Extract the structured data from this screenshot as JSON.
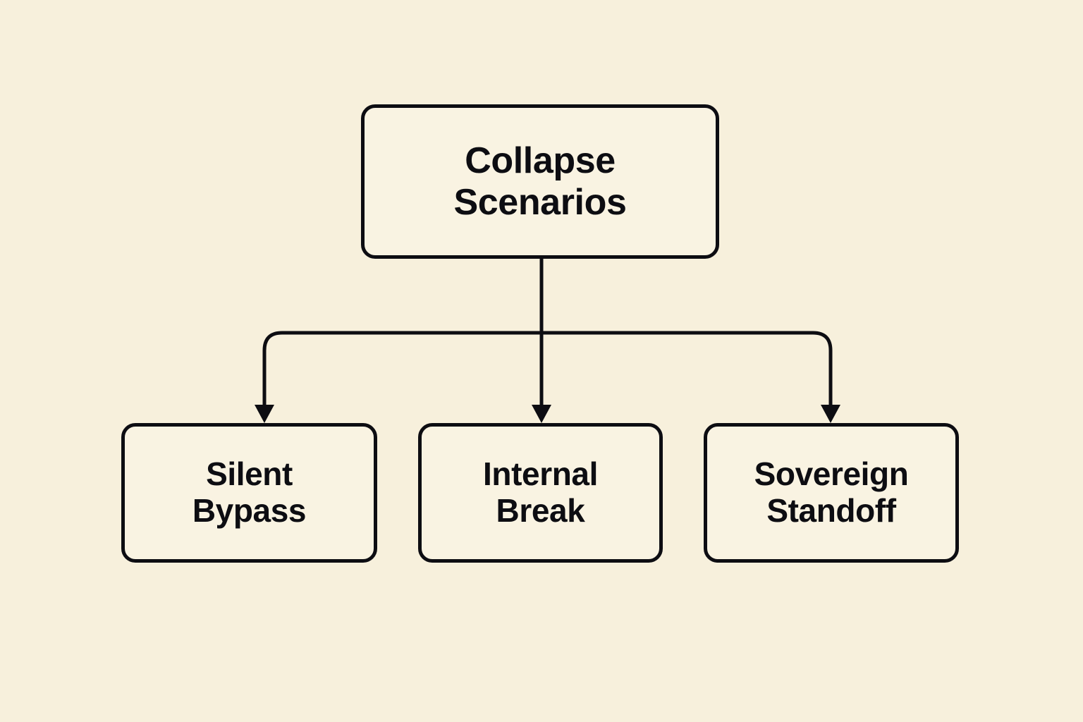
{
  "diagram": {
    "title": "Collapse Scenarios",
    "type": "tree",
    "background_color": "#F7F0DC",
    "stroke_color": "#0D0D12",
    "node_fill_color": "#F9F3E2",
    "text_color": "#0D0D12",
    "root": {
      "id": "collapse-scenarios",
      "label": "Collapse\nScenarios",
      "line1": "Collapse",
      "line2": "Scenarios"
    },
    "children": [
      {
        "id": "silent-bypass",
        "label": "Silent\nBypass",
        "line1": "Silent",
        "line2": "Bypass"
      },
      {
        "id": "internal-break",
        "label": "Internal\nBreak",
        "line1": "Internal",
        "line2": "Break"
      },
      {
        "id": "sovereign-standoff",
        "label": "Sovereign\nStandoff",
        "line1": "Sovereign",
        "line2": "Standoff"
      }
    ],
    "connectors": {
      "count": 3,
      "style": "orthogonal-elbow-with-arrowhead",
      "arrowhead": "solid-triangle"
    }
  }
}
